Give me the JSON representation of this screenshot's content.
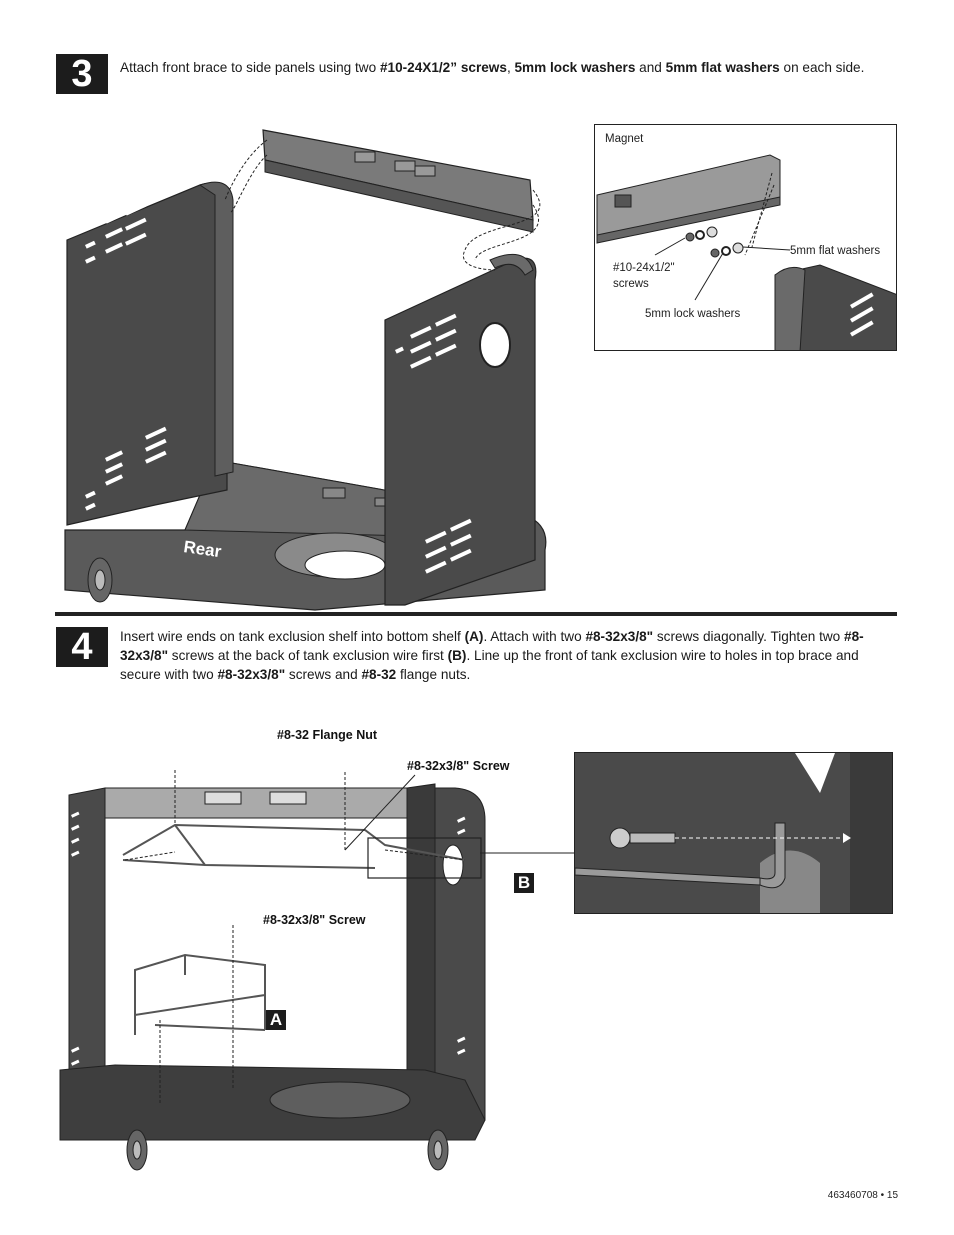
{
  "step3": {
    "number": "3",
    "text_parts": [
      {
        "t": "Attach front brace to side panels using two ",
        "b": false
      },
      {
        "t": "#10-24X1/2” screws",
        "b": true
      },
      {
        "t": ", ",
        "b": false
      },
      {
        "t": "5mm lock washers",
        "b": true
      },
      {
        "t": " and ",
        "b": false
      },
      {
        "t": "5mm flat washers",
        "b": true
      },
      {
        "t": " on each side.",
        "b": false
      }
    ],
    "main_label_rear": "Rear",
    "inset": {
      "magnet": "Magnet",
      "flat_washers": "5mm flat washers",
      "screws_line1": "#10-24x1/2\"",
      "screws_line2": "screws",
      "lock_washers": "5mm lock washers"
    }
  },
  "step4": {
    "number": "4",
    "text_parts": [
      {
        "t": "Insert wire ends on tank exclusion shelf into bottom shelf ",
        "b": false
      },
      {
        "t": "(A)",
        "b": true
      },
      {
        "t": ". Attach with two ",
        "b": false
      },
      {
        "t": "#8-32x3/8\"",
        "b": true
      },
      {
        "t": " screws diagonally. Tighten two ",
        "b": false
      },
      {
        "t": "#8-32x3/8\"",
        "b": true
      },
      {
        "t": " screws at the back of tank exclusion wire first ",
        "b": false
      },
      {
        "t": "(B)",
        "b": true
      },
      {
        "t": ". Line up the front of tank exclusion wire to holes in top brace and secure with two ",
        "b": false
      },
      {
        "t": "#8-32x3/8\"",
        "b": true
      },
      {
        "t": " screws and ",
        "b": false
      },
      {
        "t": "#8-32",
        "b": true
      },
      {
        "t": " flange nuts.",
        "b": false
      }
    ],
    "flange_nut_label": "#8-32 Flange Nut",
    "screw_label_top": "#8-32x3/8\" Screw",
    "screw_label_mid": "#8-32x3/8\" Screw",
    "callout_a": "A",
    "callout_b": "B"
  },
  "footer": "463460708 •  15",
  "colors": {
    "panel": "#4a4a4a",
    "panel_dark": "#2e2e2e",
    "panel_light": "#8a8a8a",
    "badge": "#1c1c1c"
  }
}
